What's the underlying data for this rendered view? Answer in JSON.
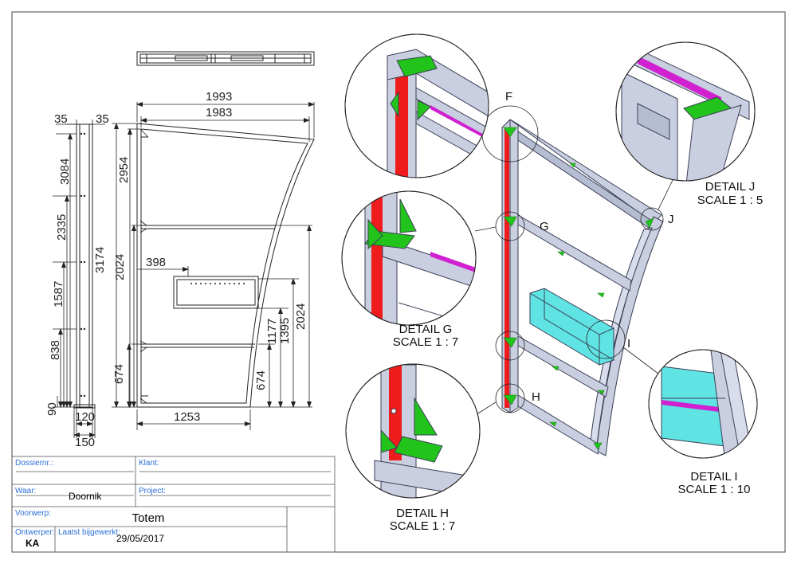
{
  "dimensions": {
    "overall_width": "1993",
    "inner_width": "1983",
    "side_top_left": "35",
    "side_top_right": "35",
    "side_height_1": "3084",
    "side_height_2": "2335",
    "side_height_3": "1587",
    "side_height_4": "838",
    "side_base": "90",
    "side_width_inner": "120",
    "side_width_outer": "150",
    "total_height": "3174",
    "top_section": "2954",
    "mid_section": "2024",
    "screen_offset": "398",
    "lower_1": "674",
    "right_674": "674",
    "right_1177": "1177",
    "right_1395": "1395",
    "right_2024": "2024",
    "base_width": "1253"
  },
  "details": {
    "f_label": "F",
    "g_label": "G",
    "h_label": "H",
    "i_label": "I",
    "j_label": "J",
    "g_title": "DETAIL G",
    "g_scale": "SCALE 1 : 7",
    "h_title": "DETAIL H",
    "h_scale": "SCALE 1 : 7",
    "i_title": "DETAIL I",
    "i_scale": "SCALE 1 : 10",
    "j_title": "DETAIL J",
    "j_scale": "SCALE 1 : 5"
  },
  "title_block": {
    "dossier_label": "Dossiernr.:",
    "klant_label": "Klant:",
    "waar_label": "Waar:",
    "waar_value": "Doornik",
    "project_label": "Project:",
    "voorwerp_label": "Voorwerp:",
    "voorwerp_value": "Totem",
    "ontwerper_label": "Ontwerper:",
    "ontwerper_value": "KA",
    "laatst_label": "Laatst bijgewerkt:",
    "laatst_value": "29/05/2017"
  },
  "colors": {
    "frame_fill": "#c9cfe0",
    "frame_stroke": "#3a3f55",
    "gusset": "#22c41c",
    "red_post": "#ee1c1c",
    "magenta": "#d020d0",
    "cyan_box": "#5fe3e3",
    "line": "#222222"
  }
}
